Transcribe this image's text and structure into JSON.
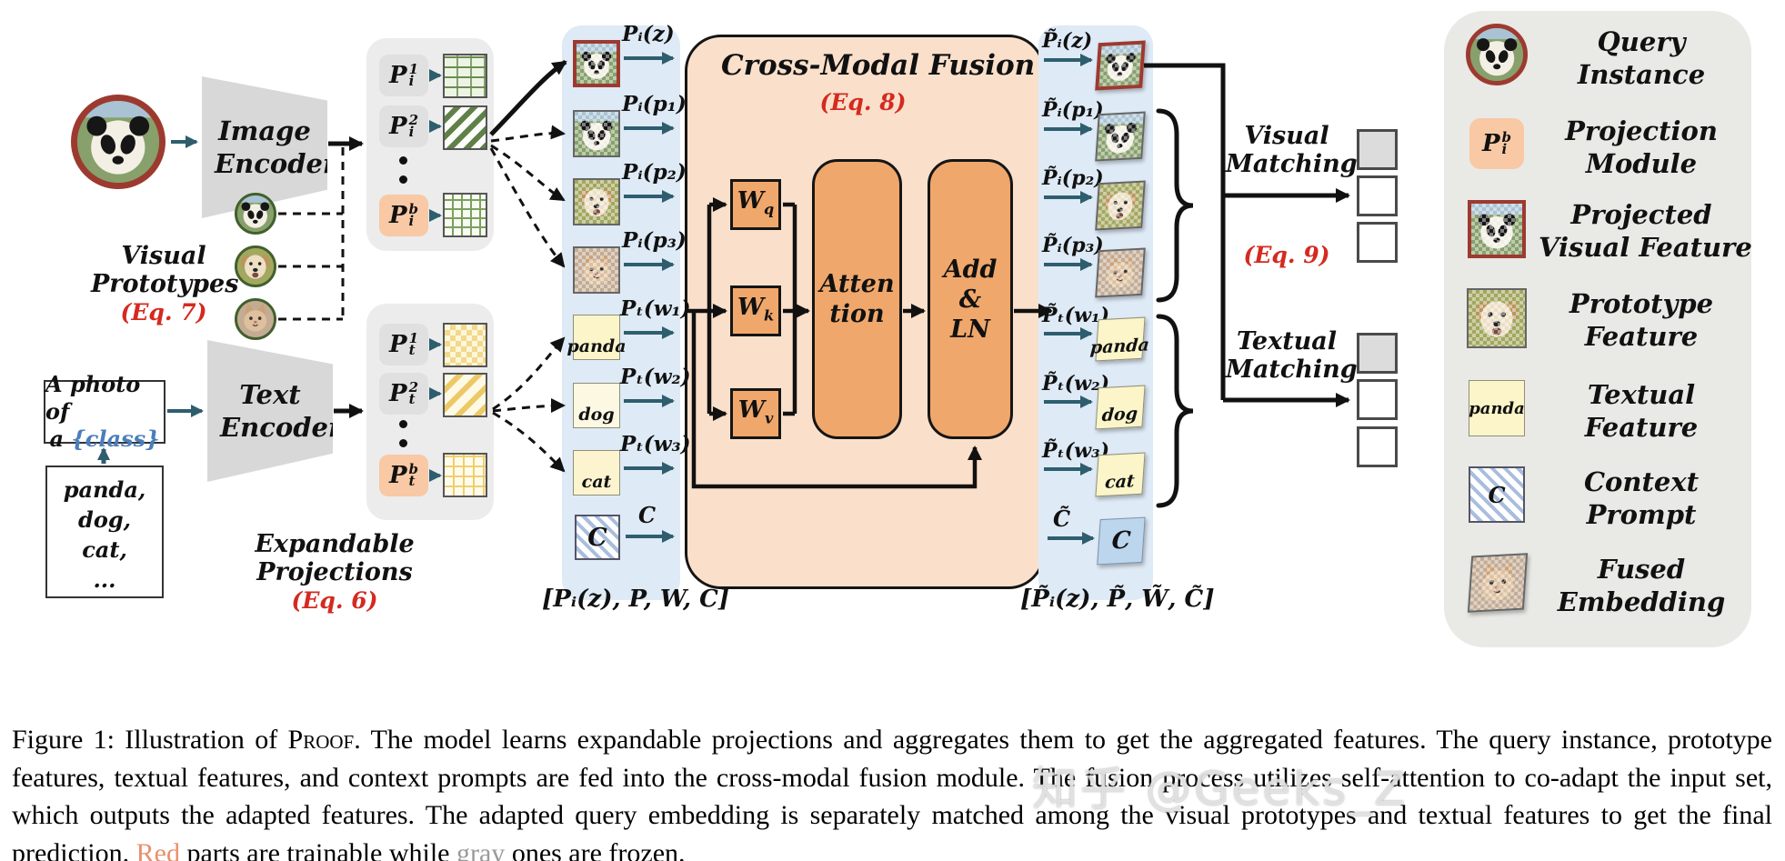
{
  "diagram": {
    "image_encoder": "Image Encoder",
    "text_encoder": "Text Encoder",
    "visual_prototypes": {
      "line1": "Visual",
      "line2": "Prototypes",
      "eq": "(Eq. 7)"
    },
    "prompt": {
      "line1": "A photo of",
      "line2_prefix": "a ",
      "class_token": "{class}"
    },
    "class_list": {
      "l1": "panda,",
      "l2": "dog,",
      "l3": "cat,",
      "l4": "..."
    },
    "proj_image": {
      "base": "P",
      "sub": "i",
      "sup1": "1",
      "sup2": "2",
      "supb": "b"
    },
    "proj_text": {
      "base": "P",
      "sub": "t",
      "sup1": "1",
      "sup2": "2",
      "supb": "b"
    },
    "expandable": {
      "label": "Expandable Projections",
      "eq": "(Eq. 6)"
    },
    "col1": {
      "pz": "Pᵢ(z)",
      "pp1": "Pᵢ(p₁)",
      "pp2": "Pᵢ(p₂)",
      "pp3": "Pᵢ(p₃)",
      "pw1": "Pₜ(w₁)",
      "pw2": "Pₜ(w₂)",
      "pw3": "Pₜ(w₃)",
      "c_label": "C",
      "c_box": "C",
      "w1_text": "panda",
      "w2_text": "dog",
      "w3_text": "cat",
      "bracket": "[Pᵢ(z), P, W, C]"
    },
    "fusion": {
      "title": "Cross-Modal Fusion",
      "eq": "(Eq. 8)",
      "wq": {
        "base": "W",
        "sub": "q"
      },
      "wk": {
        "base": "W",
        "sub": "k"
      },
      "wv": {
        "base": "W",
        "sub": "v"
      },
      "attention_l1": "Atten",
      "attention_l2": "tion",
      "add_l1": "Add",
      "add_l2": "&",
      "add_l3": "LN"
    },
    "col2": {
      "pz": "P̃ᵢ(z)",
      "pp1": "P̃ᵢ(p₁)",
      "pp2": "P̃ᵢ(p₂)",
      "pp3": "P̃ᵢ(p₃)",
      "pw1": "P̃ₜ(w₁)",
      "pw2": "P̃ₜ(w₂)",
      "pw3": "P̃ₜ(w₃)",
      "c_label": "C̃",
      "c_box": "C",
      "w1_text": "panda",
      "w2_text": "dog",
      "w3_text": "cat",
      "bracket": "[P̃ᵢ(z), P̃, W̃, C̃]"
    },
    "matching": {
      "visual_l1": "Visual",
      "visual_l2": "Matching",
      "eq": "(Eq. 9)",
      "textual_l1": "Textual",
      "textual_l2": "Matching"
    },
    "legend": {
      "items": [
        {
          "icon": "panda-query-icon",
          "l1": "Query",
          "l2": "Instance"
        },
        {
          "icon": "projection-module-icon",
          "l1": "Projection",
          "l2": "Module"
        },
        {
          "icon": "projected-visual-feature-icon",
          "l1": "Projected",
          "l2": "Visual Feature"
        },
        {
          "icon": "prototype-feature-icon",
          "l1": "Prototype",
          "l2": "Feature"
        },
        {
          "icon": "textual-feature-icon",
          "l1": "Textual",
          "l2": "Feature"
        },
        {
          "icon": "context-prompt-icon",
          "l1": "Context",
          "l2": "Prompt"
        },
        {
          "icon": "fused-embedding-icon",
          "l1": "Fused",
          "l2": "Embedding"
        }
      ],
      "proj_label": {
        "base": "P",
        "sub": "i",
        "sup": "b"
      },
      "textual_text": "panda",
      "context_text": "C"
    }
  },
  "caption": {
    "prefix": "Figure 1: Illustration of ",
    "proof": "Proof",
    "body": ". The model learns expandable projections and aggregates them to get the aggregated features. The query instance, prototype features, textual features, and context prompts are fed into the cross-modal fusion module. The fusion process utilizes self-attention to co-adapt the input set, which outputs the adapted features. The adapted query embedding is separately matched among the visual prototypes and textual features to get the final prediction. ",
    "red_word": "Red",
    "mid": " parts are trainable while ",
    "gray_word": "gray",
    "suffix": " ones are frozen."
  },
  "watermark": "知乎 @Geeks_Z",
  "colors": {
    "eq_red": "#d42a20",
    "fusion_bg": "#FAE0CB",
    "fusion_box": "#F0A76B",
    "blue_panel": "#DEEAF6",
    "gray_panel": "#ECECEC",
    "legend_bg": "#E9E9E6",
    "teal_arrow": "#2E5E6E",
    "query_border_red": "#9D3A30",
    "prototype_border_green": "#41602C",
    "trainable_red": "#E8906B",
    "frozen_gray": "#9a9a9a"
  }
}
